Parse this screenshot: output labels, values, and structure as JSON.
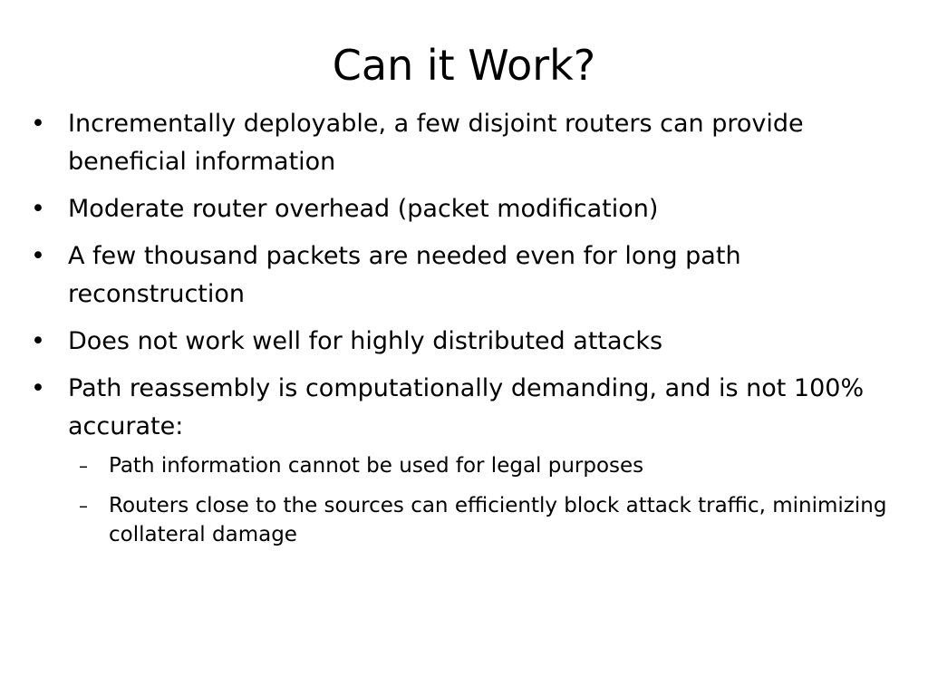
{
  "slide": {
    "title": "Can it Work?",
    "bullet_symbol": "•",
    "sub_bullet_symbol": "–",
    "bullets": [
      {
        "text": "Incrementally deployable, a few disjoint routers can provide beneficial information"
      },
      {
        "text": "Moderate router overhead (packet modification)"
      },
      {
        "text": "A few thousand packets are needed even for long path reconstruction"
      },
      {
        "text": "Does not work well for highly distributed attacks"
      },
      {
        "text": "Path reassembly is computationally demanding, and is not 100% accurate:",
        "sub_bullets": [
          "Path information cannot be used for legal purposes",
          "Routers close to the sources can efficiently block attack traffic, minimizing collateral damage"
        ]
      }
    ]
  }
}
